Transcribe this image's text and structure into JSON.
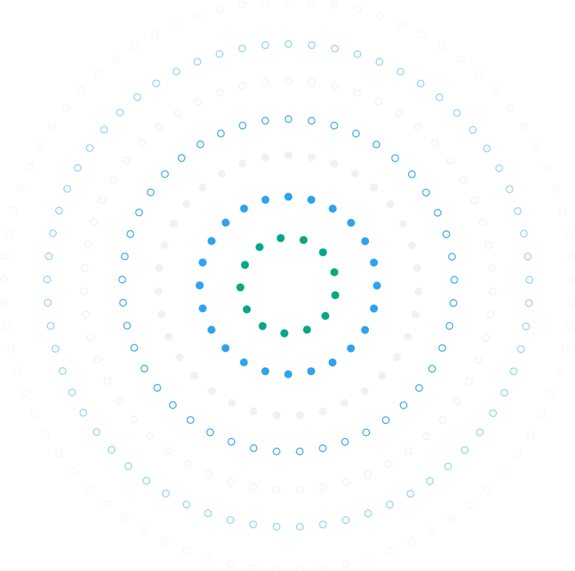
{
  "rings": [
    {
      "name": "inner-green-ring",
      "style": "filled",
      "color": "#04a886"
    },
    {
      "name": "blue-filled-ring",
      "style": "filled",
      "color": "#2fa3ee"
    },
    {
      "name": "grey-filled-ring",
      "style": "filled",
      "color": "#f1f1f1"
    },
    {
      "name": "blue-outline-ring",
      "style": "outline",
      "color": "#3ba9ee"
    },
    {
      "name": "grey-outline-ring",
      "style": "outline",
      "color": "#f1f1f1"
    },
    {
      "name": "light-blue-outline-ring",
      "style": "outline",
      "color": "#93d2f8"
    },
    {
      "name": "faint-outer-ring",
      "style": "outline",
      "color": "#f6f6f6"
    }
  ]
}
